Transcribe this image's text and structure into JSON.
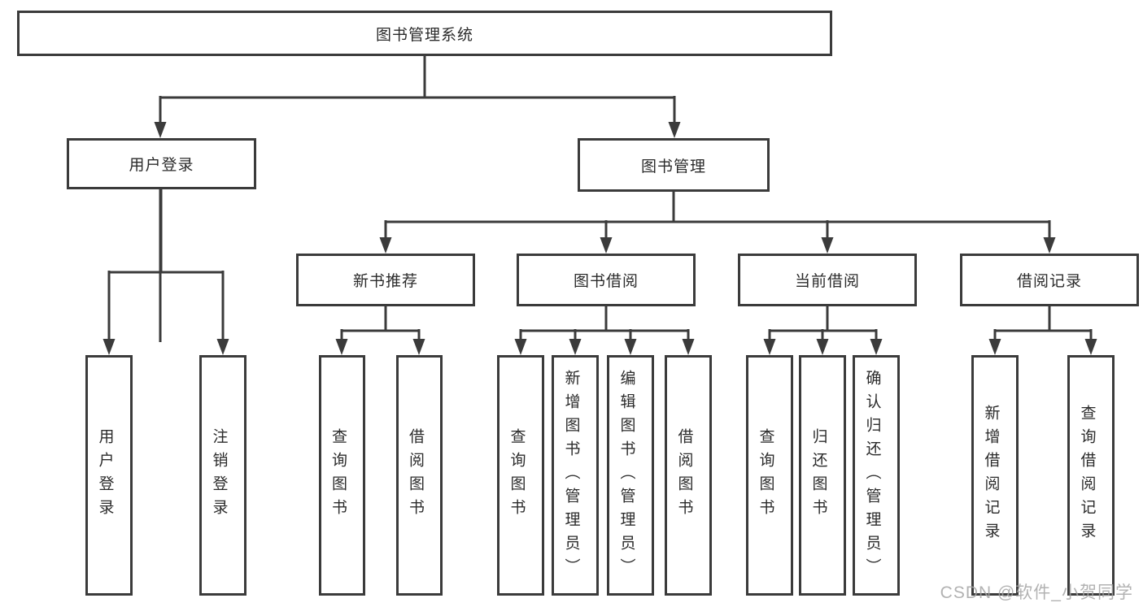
{
  "diagram": {
    "title": "图书管理系统",
    "type": "hierarchy-tree"
  },
  "colors": {
    "line": "#3b3b3b",
    "box_border": "#3b3b3b",
    "text": "#2b2b2b",
    "background": "#ffffff",
    "watermark": "#a5a5a5"
  },
  "watermark": {
    "text": "CSDN @软件_小贺同学"
  },
  "nodes": {
    "root": "图书管理系统",
    "user_login": "用户登录",
    "book_mgmt": "图书管理",
    "new_book_rec": "新书推荐",
    "book_borrow": "图书借阅",
    "current_borrow": "当前借阅",
    "borrow_record": "借阅记录",
    "ul_user_login": "用户登录",
    "ul_logout": "注销登录",
    "nb_query_book": "查询图书",
    "nb_borrow_book": "借阅图书",
    "bb_query_book": "查询图书",
    "bb_add_book": "新增图书（管理员）",
    "bb_edit_book": "编辑图书（管理员）",
    "bb_borrow_book": "借阅图书",
    "cb_query_book": "查询图书",
    "cb_return_book": "归还图书",
    "cb_confirm_return": "确认归还（管理员）",
    "br_add_record": "新增借阅记录",
    "br_query_record": "查询借阅记录"
  },
  "hierarchy": {
    "root": [
      "user_login",
      "book_mgmt"
    ],
    "user_login": [
      "ul_user_login",
      "ul_logout"
    ],
    "book_mgmt": [
      "new_book_rec",
      "book_borrow",
      "current_borrow",
      "borrow_record"
    ],
    "new_book_rec": [
      "nb_query_book",
      "nb_borrow_book"
    ],
    "book_borrow": [
      "bb_query_book",
      "bb_add_book",
      "bb_edit_book",
      "bb_borrow_book"
    ],
    "current_borrow": [
      "cb_query_book",
      "cb_return_book",
      "cb_confirm_return"
    ],
    "borrow_record": [
      "br_add_record",
      "br_query_record"
    ]
  }
}
